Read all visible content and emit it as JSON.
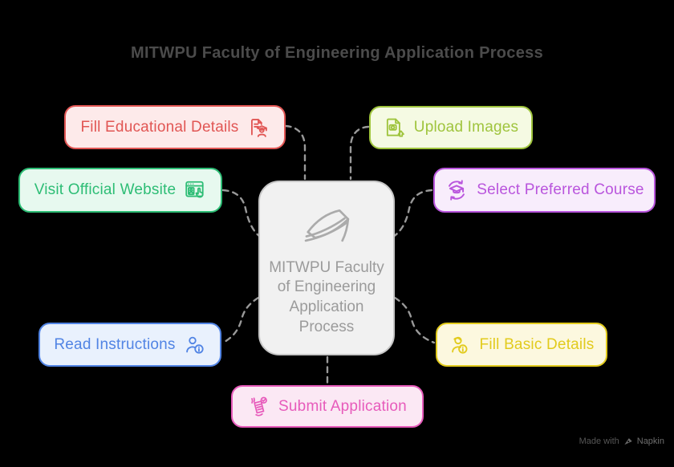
{
  "title": "MITWPU Faculty of Engineering Application Process",
  "center_node": {
    "label": "MITWPU Faculty of Engineering Application Process",
    "icon": "book-pages-icon",
    "fill": "#f1f1f1",
    "border_color": "#c6c6c6",
    "text_color": "#9b9b9b"
  },
  "steps": [
    {
      "id": "fill-educational-details",
      "label": "Fill Educational Details",
      "icon": "document-graduate-icon",
      "accent": "#e15654",
      "fill": "#fdeaea",
      "icon_side": "right",
      "position": "top-left"
    },
    {
      "id": "upload-images",
      "label": "Upload Images",
      "icon": "document-camera-upload-icon",
      "accent": "#9fc43d",
      "fill": "#f5fae3",
      "icon_side": "left",
      "position": "top-right"
    },
    {
      "id": "visit-official-website",
      "label": "Visit Official Website",
      "icon": "browser-id-pointer-icon",
      "accent": "#2dbd75",
      "fill": "#e7f9ef",
      "icon_side": "right",
      "position": "middle-left"
    },
    {
      "id": "select-preferred-course",
      "label": "Select Preferred Course",
      "icon": "graduation-cap-sync-icon",
      "accent": "#b955dd",
      "fill": "#f8edfc",
      "icon_side": "left",
      "position": "middle-right"
    },
    {
      "id": "read-instructions",
      "label": "Read Instructions",
      "icon": "person-info-icon",
      "accent": "#5184e4",
      "fill": "#e9f1fd",
      "icon_side": "right",
      "position": "bottom-left"
    },
    {
      "id": "fill-basic-details",
      "label": "Fill Basic Details",
      "icon": "person-info-icon",
      "accent": "#e2cb1d",
      "fill": "#fcf8df",
      "icon_side": "left",
      "position": "bottom-right"
    },
    {
      "id": "submit-application",
      "label": "Submit Application",
      "icon": "hand-document-check-icon",
      "accent": "#e75bbb",
      "fill": "#fbe8f4",
      "icon_side": "left",
      "position": "bottom-center"
    }
  ],
  "connector_style": {
    "color": "#999999",
    "dashed": true
  },
  "watermark": {
    "prefix": "Made with",
    "brand": "Napkin"
  }
}
